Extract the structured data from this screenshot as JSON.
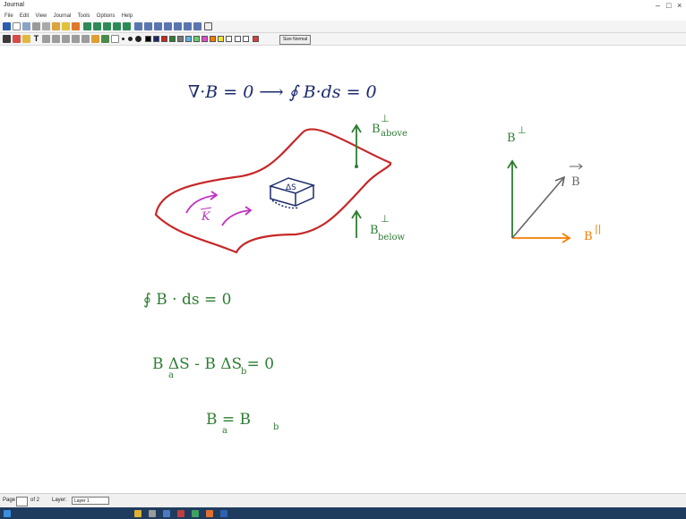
{
  "window": {
    "title": "Journal"
  },
  "menu": [
    "File",
    "Edit",
    "View",
    "Journal",
    "Tools",
    "Options",
    "Help"
  ],
  "toolbar": {
    "default_label": "Size Normal"
  },
  "status": {
    "page_label": "Page",
    "page_of": "of 2",
    "layer_label": "Layer:",
    "layer_value": "Layer 1"
  },
  "colors": {
    "ink_green": "#2e7d32",
    "ink_navy": "#1b2a6b",
    "ink_red": "#c62828",
    "ink_magenta": "#c030c0",
    "ink_gray": "#666666",
    "ink_orange": "#f57c00"
  },
  "notes": {
    "top_eq": "∇·B = 0  ⟶  ∮ B·ds = 0",
    "b_perp_above_b": "B",
    "above": "above",
    "b_perp_below_b": "B",
    "below": "below",
    "delta_s": "ΔS",
    "k_vec": "K",
    "b_perp": "B",
    "b_vec": "B",
    "b_parallel": "B",
    "flux_eq": "∮ B · ds  = 0",
    "eq2": "B  ΔS  -  B  ΔS  = 0",
    "a_sub": "a",
    "b_sub": "b",
    "eq3": "B   =  B",
    "perp_sym": "⊥",
    "para_sym": "||"
  }
}
